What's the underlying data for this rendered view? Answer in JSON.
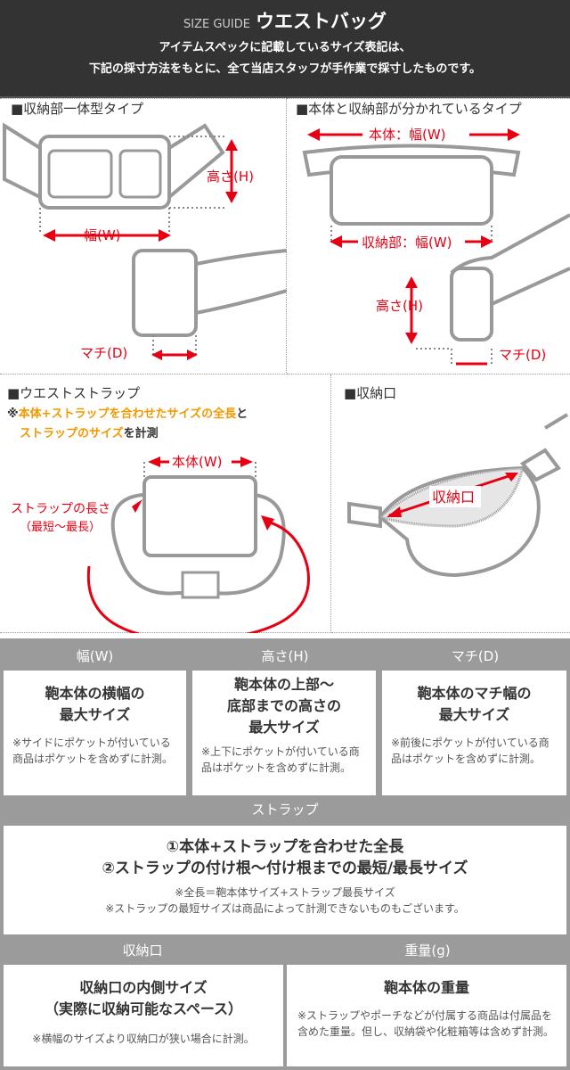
{
  "header": {
    "label": "SIZE GUIDE",
    "title": "ウエストバッグ",
    "line1": "アイテムスペックに記載しているサイズ表記は、",
    "line2": "下記の採寸方法をもとに、全て当店スタッフが手作業で採寸したものです。"
  },
  "panels": {
    "integrated": {
      "title": "■収納部一体型タイプ",
      "height": "高さ(H)",
      "width": "幅(W)",
      "depth": "マチ(D)"
    },
    "separate": {
      "title": "■本体と収納部が分かれているタイプ",
      "body_width": "本体：幅(W)",
      "storage_width": "収納部：幅(W)",
      "height": "高さ(H)",
      "depth": "マチ(D)"
    },
    "strap": {
      "title": "■ウエストストラップ",
      "note_prefix": "※",
      "note_hl1": "本体+ストラップを合わせたサイズの全長",
      "note_mid": "と",
      "note_hl2": "ストラップのサイズ",
      "note_end": "を計測",
      "body_w": "本体(W)",
      "strap_len1": "ストラップの長さ",
      "strap_len2": "（最短～最長）"
    },
    "opening": {
      "title": "■収納口",
      "label": "収納口"
    }
  },
  "table": {
    "width": {
      "header": "幅(W)",
      "main": "鞄本体の横幅の\n最大サイズ",
      "note": "※サイドにポケットが付いている商品はポケットを含めずに計測。"
    },
    "height": {
      "header": "高さ(H)",
      "main": "鞄本体の上部～\n底部までの高さの\n最大サイズ",
      "note": "※上下にポケットが付いている商品はポケットを含めずに計測。"
    },
    "depth": {
      "header": "マチ(D)",
      "main": "鞄本体のマチ幅の\n最大サイズ",
      "note": "※前後にポケットが付いている商品はポケットを含めずに計測。"
    },
    "strap": {
      "header": "ストラップ",
      "main1": "①本体+ストラップを合わせた全長",
      "main2": "②ストラップの付け根～付け根までの最短/最長サイズ",
      "note1": "※全長＝鞄本体サイズ+ストラップ最長サイズ",
      "note2": "※ストラップの最短サイズは商品によって計測できないものもございます。"
    },
    "opening": {
      "header": "収納口",
      "main": "収納口の内側サイズ\n（実際に収納可能なスペース）",
      "note": "※横幅のサイズより収納口が狭い場合に計測。"
    },
    "weight": {
      "header": "重量(g)",
      "main": "鞄本体の重量",
      "note": "※ストラップやポーチなどが付属する商品は付属品を含めた重量。但し、収納袋や化粧箱等は含めず計測。"
    }
  },
  "colors": {
    "accent": "#e60012",
    "highlight": "#f39800",
    "dark": "#333333",
    "gray": "#9b9b9b"
  }
}
